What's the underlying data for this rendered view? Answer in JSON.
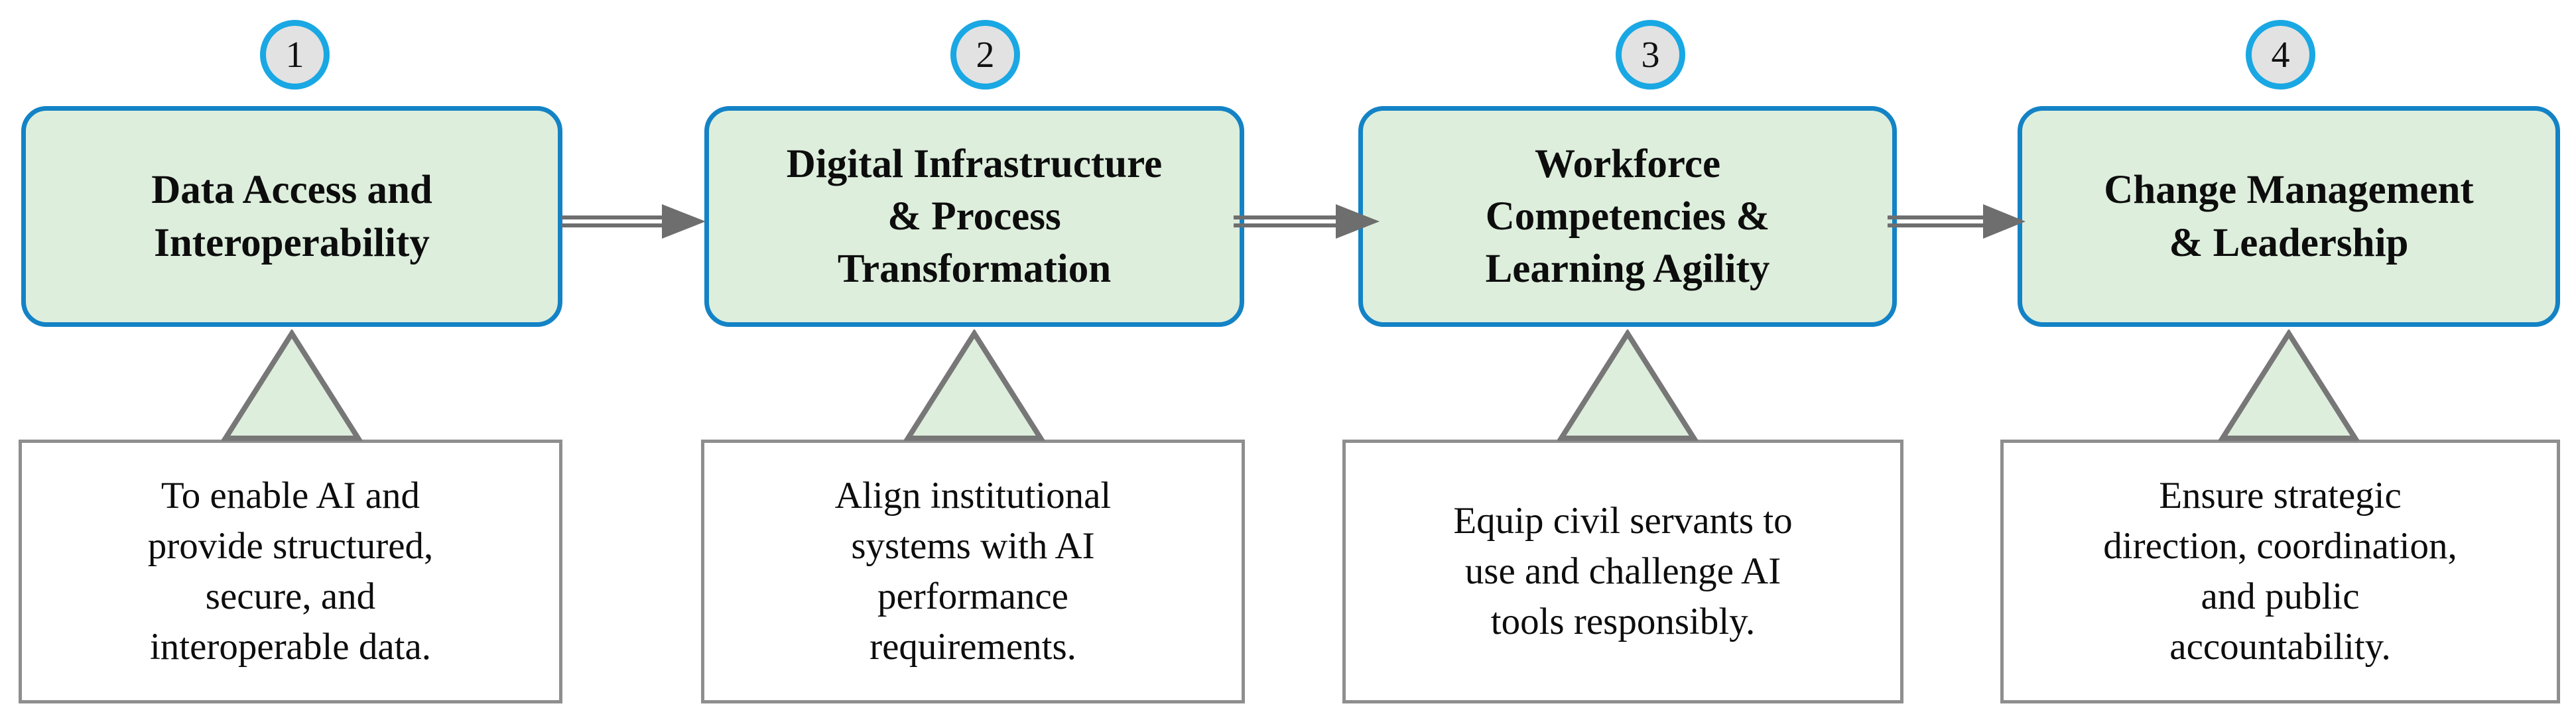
{
  "diagram": {
    "type": "four-stage-horizontal-flow",
    "orientation": "left-to-right",
    "colors": {
      "badge_fill": "#e2e2e2",
      "badge_border": "#19a8e3",
      "box_fill": "#ddeedc",
      "box_border": "#1383c6",
      "triangle_fill": "#ddeedc",
      "triangle_stroke": "#777777",
      "desc_border": "#8e8e8e",
      "desc_fill": "#ffffff",
      "arrow_color": "#6e6e6e",
      "text_color": "#0d0d0d",
      "page_background": "#ffffff"
    },
    "stages": [
      {
        "number": "1",
        "title": "Data Access and\nInteroperability",
        "description": "To enable AI and\nprovide structured,\nsecure, and\ninteroperable data."
      },
      {
        "number": "2",
        "title": "Digital Infrastructure\n& Process\nTransformation",
        "description": "Align institutional\nsystems with AI\nperformance\nrequirements."
      },
      {
        "number": "3",
        "title": "Workforce\nCompetencies &\nLearning Agility",
        "description": "Equip civil servants to\nuse and challenge AI\ntools responsibly."
      },
      {
        "number": "4",
        "title": "Change Management\n& Leadership",
        "description": "Ensure strategic\ndirection, coordination,\nand public\naccountability."
      }
    ],
    "connectors": [
      {
        "from": "1",
        "to": "2",
        "style": "double-line-with-solid-arrowhead"
      },
      {
        "from": "2",
        "to": "3",
        "style": "double-line-with-solid-arrowhead"
      },
      {
        "from": "3",
        "to": "4",
        "style": "double-line-with-solid-arrowhead"
      }
    ]
  }
}
